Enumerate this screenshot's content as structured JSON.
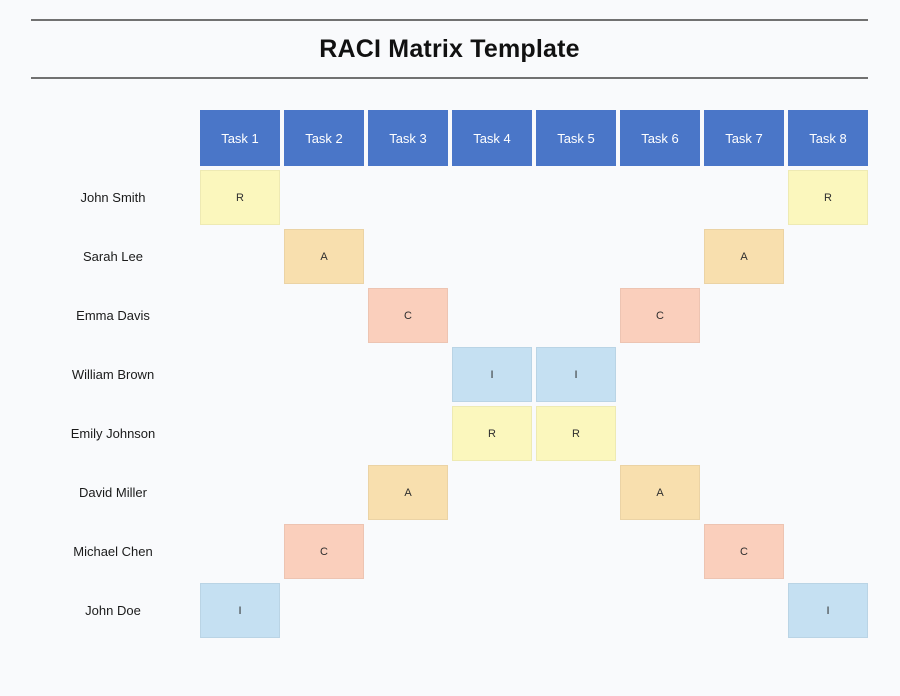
{
  "header": {
    "title": "RACI Matrix Template"
  },
  "colors": {
    "page_bg": "#F9FAFC",
    "rule": "#717171",
    "header_bg": "#4A76C8",
    "header_text": "#FFFFFF",
    "letter_text": "#2E2E2E",
    "letters": {
      "R": "#FBF7BD",
      "A": "#F8DFAE",
      "C": "#FACFBC",
      "I": "#C5E0F2"
    }
  },
  "chart_data": {
    "type": "table",
    "title": "RACI Matrix Template",
    "columns": [
      "Task 1",
      "Task 2",
      "Task 3",
      "Task 4",
      "Task 5",
      "Task 6",
      "Task 7",
      "Task 8"
    ],
    "rows": [
      {
        "name": "John Smith",
        "cells": [
          "R",
          "",
          "",
          "",
          "",
          "",
          "",
          "R"
        ]
      },
      {
        "name": "Sarah Lee",
        "cells": [
          "",
          "A",
          "",
          "",
          "",
          "",
          "A",
          ""
        ]
      },
      {
        "name": "Emma Davis",
        "cells": [
          "",
          "",
          "C",
          "",
          "",
          "C",
          "",
          ""
        ]
      },
      {
        "name": "William Brown",
        "cells": [
          "",
          "",
          "",
          "I",
          "I",
          "",
          "",
          ""
        ]
      },
      {
        "name": "Emily Johnson",
        "cells": [
          "",
          "",
          "",
          "R",
          "R",
          "",
          "",
          ""
        ]
      },
      {
        "name": "David Miller",
        "cells": [
          "",
          "",
          "A",
          "",
          "",
          "A",
          "",
          ""
        ]
      },
      {
        "name": "Michael Chen",
        "cells": [
          "",
          "C",
          "",
          "",
          "",
          "",
          "C",
          ""
        ]
      },
      {
        "name": "John Doe",
        "cells": [
          "I",
          "",
          "",
          "",
          "",
          "",
          "",
          "I"
        ]
      }
    ]
  }
}
